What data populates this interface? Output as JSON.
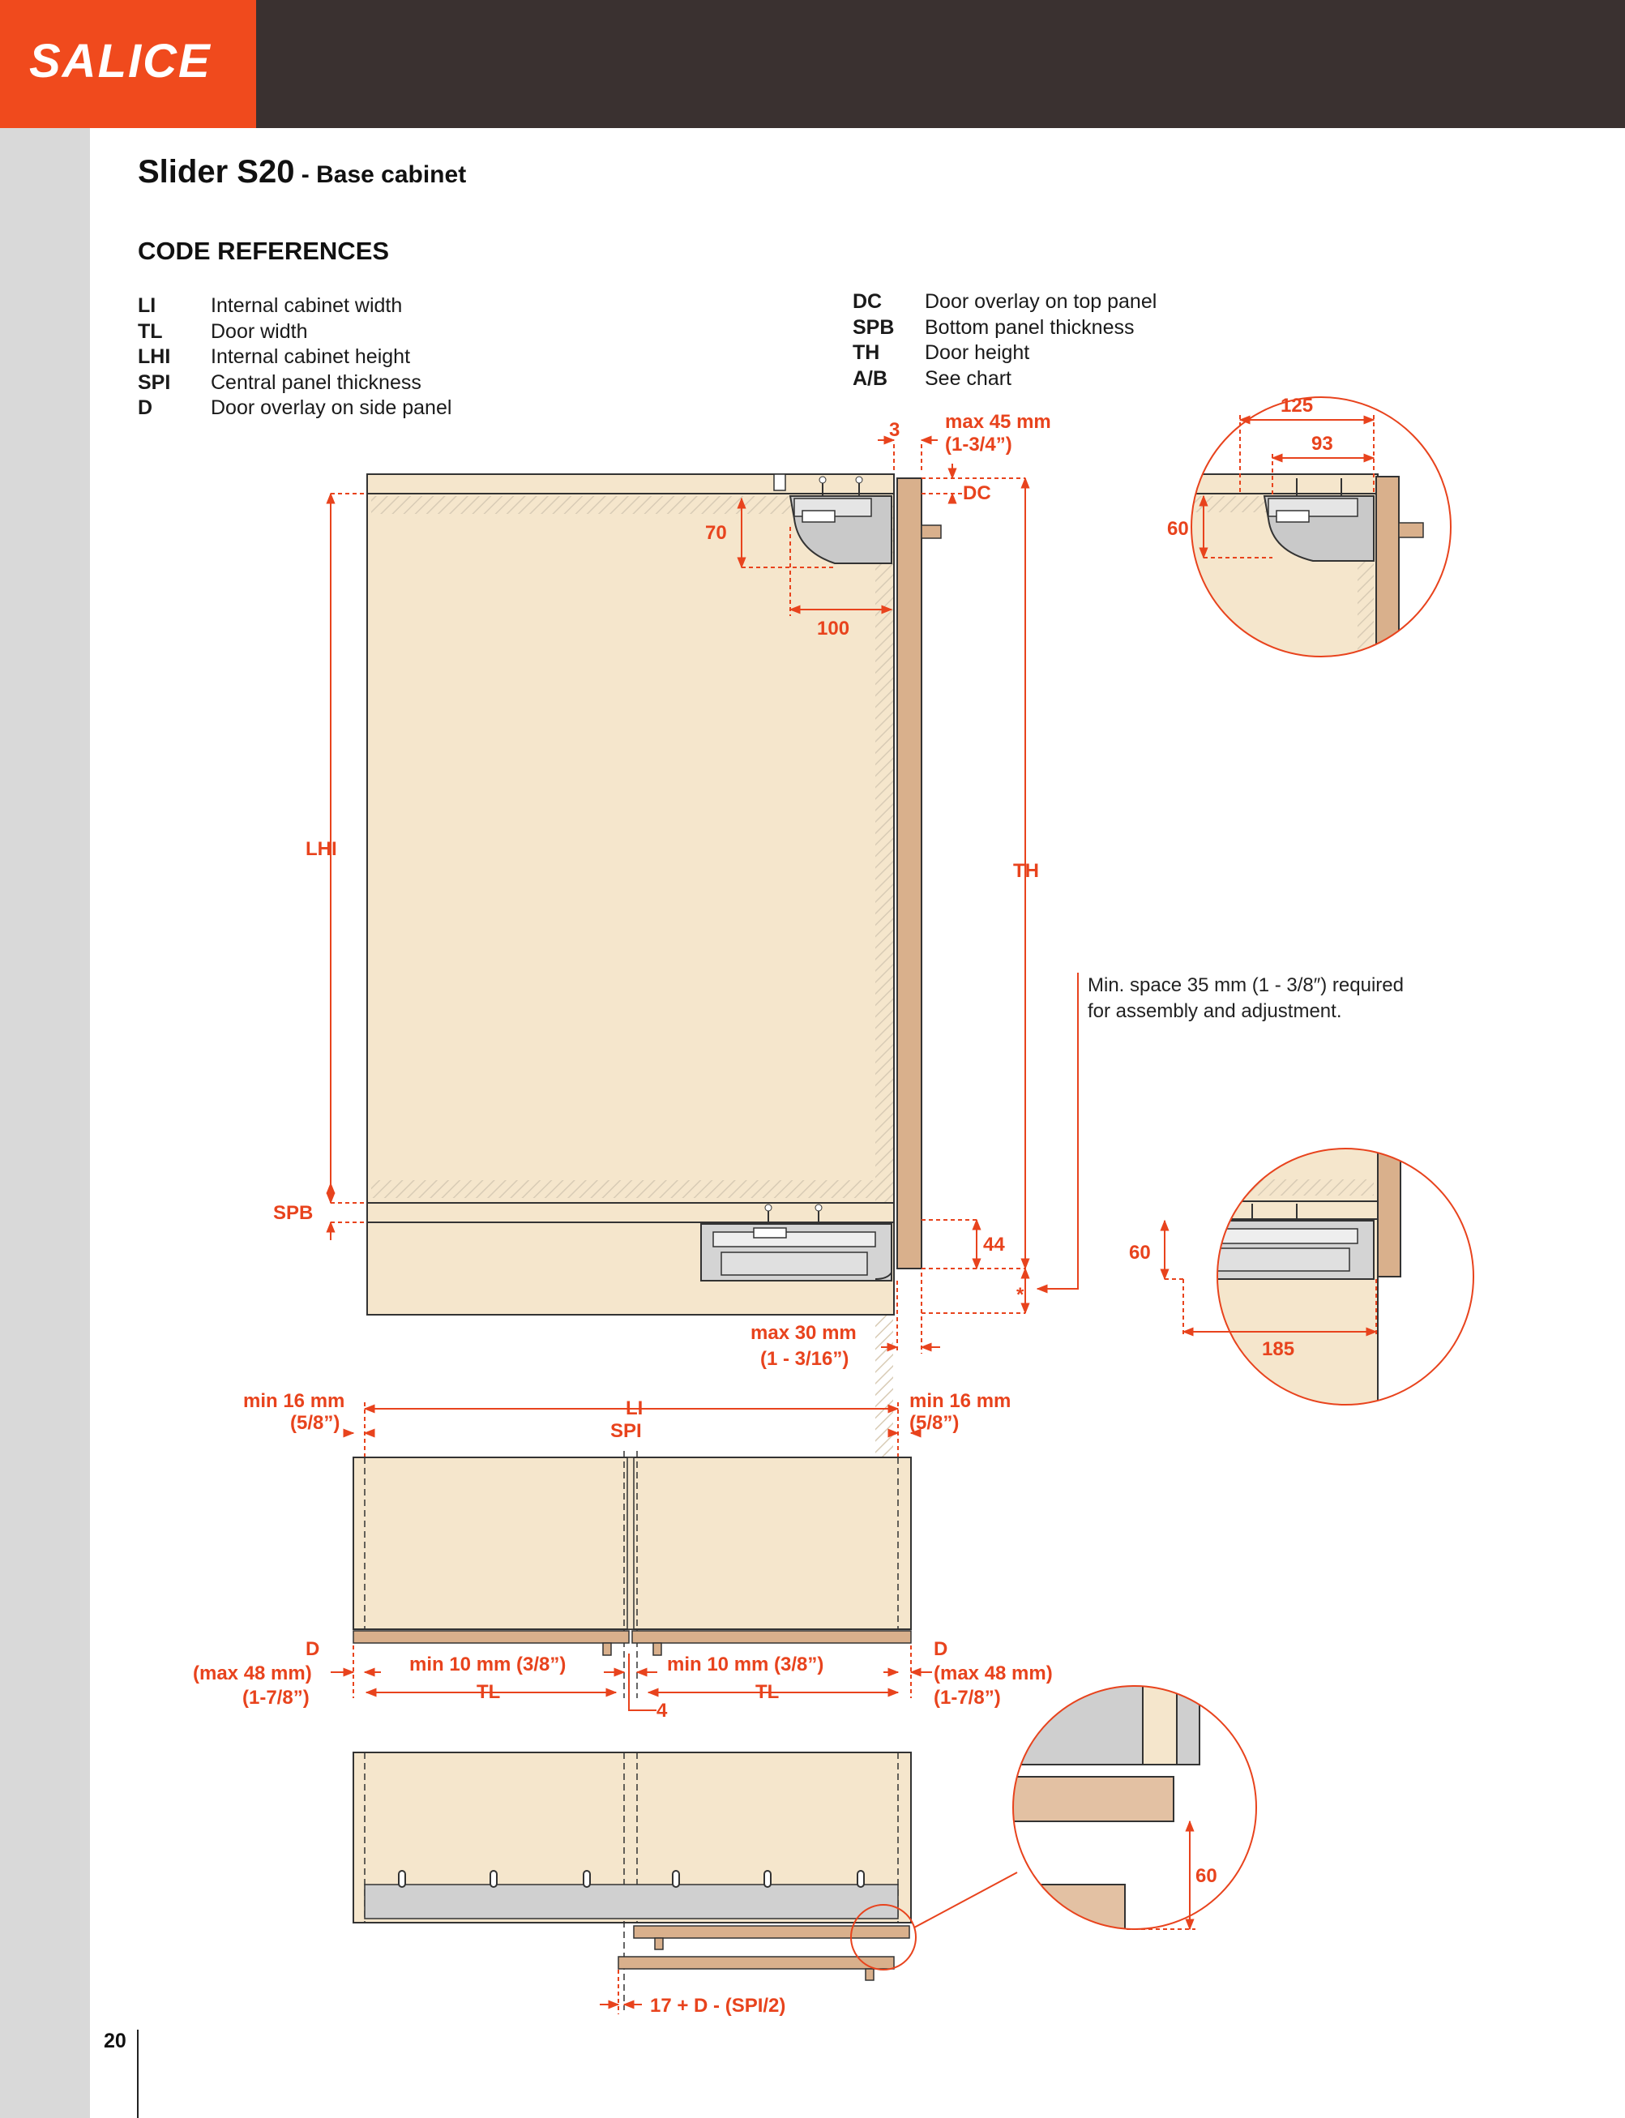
{
  "brand": {
    "logo": "SALICE"
  },
  "title": {
    "main": "Slider S20",
    "sub": " - Base cabinet"
  },
  "section": {
    "heading": "CODE REFERENCES"
  },
  "codes_left": [
    {
      "key": "LI",
      "desc": "Internal cabinet width"
    },
    {
      "key": "TL",
      "desc": "Door width"
    },
    {
      "key": "LHI",
      "desc": "Internal cabinet height"
    },
    {
      "key": "SPI",
      "desc": "Central panel thickness"
    },
    {
      "key": "D",
      "desc": "Door overlay on side panel"
    }
  ],
  "codes_right": [
    {
      "key": "DC",
      "desc": "Door overlay on top panel"
    },
    {
      "key": "SPB",
      "desc": "Bottom panel thickness"
    },
    {
      "key": "TH",
      "desc": "Door height"
    },
    {
      "key": "A/B",
      "desc": "See chart"
    }
  ],
  "note": "Min. space 35 mm (1 - 3/8″) required for assembly and adjustment.",
  "dims": {
    "three": "3",
    "max45": "max 45 mm",
    "max45_in": "(1-3/4”)",
    "dc": "DC",
    "seventy": "70",
    "hundred": "100",
    "lhi": "LHI",
    "th": "TH",
    "spb": "SPB",
    "fortyfour": "44",
    "star": "*",
    "max30": "max 30 mm",
    "max30_in": "(1 - 3/16”)",
    "d125": "125",
    "d93": "93",
    "d60a": "60",
    "d60b": "60",
    "d185": "185",
    "min16_left": "min 16 mm",
    "min16_left_in": "(5/8”)",
    "min16_right": "min 16 mm",
    "min16_right_in": "(5/8”)",
    "li": "LI",
    "spi": "SPI",
    "d_left": "D",
    "d_left_max": "(max 48 mm)",
    "d_left_in": "(1-7/8”)",
    "d_right": "D",
    "d_right_max": "(max 48 mm)",
    "d_right_in": "(1-7/8”)",
    "min10_left": "min 10 mm (3/8”)",
    "min10_right": "min 10 mm (3/8”)",
    "tl_left": "TL",
    "tl_right": "TL",
    "four": "4",
    "d60c": "60",
    "formula": "17 + D - (SPI/2)"
  },
  "colors": {
    "accent": "#e8431d",
    "panel": "#f5e6cc",
    "door": "#d9b08c",
    "header": "#3a3130",
    "logo_bg": "#f04a1d"
  },
  "page_number": "20"
}
